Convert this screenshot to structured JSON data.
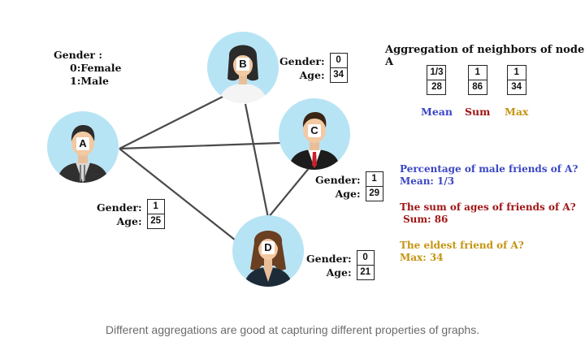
{
  "legend": {
    "label": "Gender :",
    "values": [
      "0:Female",
      "1:Male"
    ]
  },
  "nodes": [
    {
      "id": "A",
      "gender": "1",
      "age": "25"
    },
    {
      "id": "B",
      "gender": "0",
      "age": "34"
    },
    {
      "id": "C",
      "gender": "1",
      "age": "29"
    },
    {
      "id": "D",
      "gender": "0",
      "age": "21"
    }
  ],
  "edges": [
    [
      "A",
      "B"
    ],
    [
      "A",
      "C"
    ],
    [
      "A",
      "D"
    ],
    [
      "B",
      "D"
    ],
    [
      "C",
      "D"
    ]
  ],
  "labels": {
    "gender": "Gender:",
    "age": "Age:"
  },
  "aggregation": {
    "title": "Aggregation of neighbors of node A",
    "items": [
      {
        "name": "Mean",
        "top": "1/3",
        "bottom": "28",
        "color": "#3b46c4"
      },
      {
        "name": "Sum",
        "top": "1",
        "bottom": "86",
        "color": "#a01515"
      },
      {
        "name": "Max",
        "top": "1",
        "bottom": "34",
        "color": "#c49410"
      }
    ]
  },
  "questions": [
    {
      "question": "Percentage of male friends of A?",
      "answer": "Mean: 1/3",
      "color": "#3b46c4"
    },
    {
      "question": "The sum of ages of friends of A?",
      "answer": "Sum: 86",
      "color": "#a01515"
    },
    {
      "question": "The eldest friend of A?",
      "answer": "Max: 34",
      "color": "#c49410"
    }
  ],
  "caption": "Different aggregations are good at capturing different properties of graphs."
}
